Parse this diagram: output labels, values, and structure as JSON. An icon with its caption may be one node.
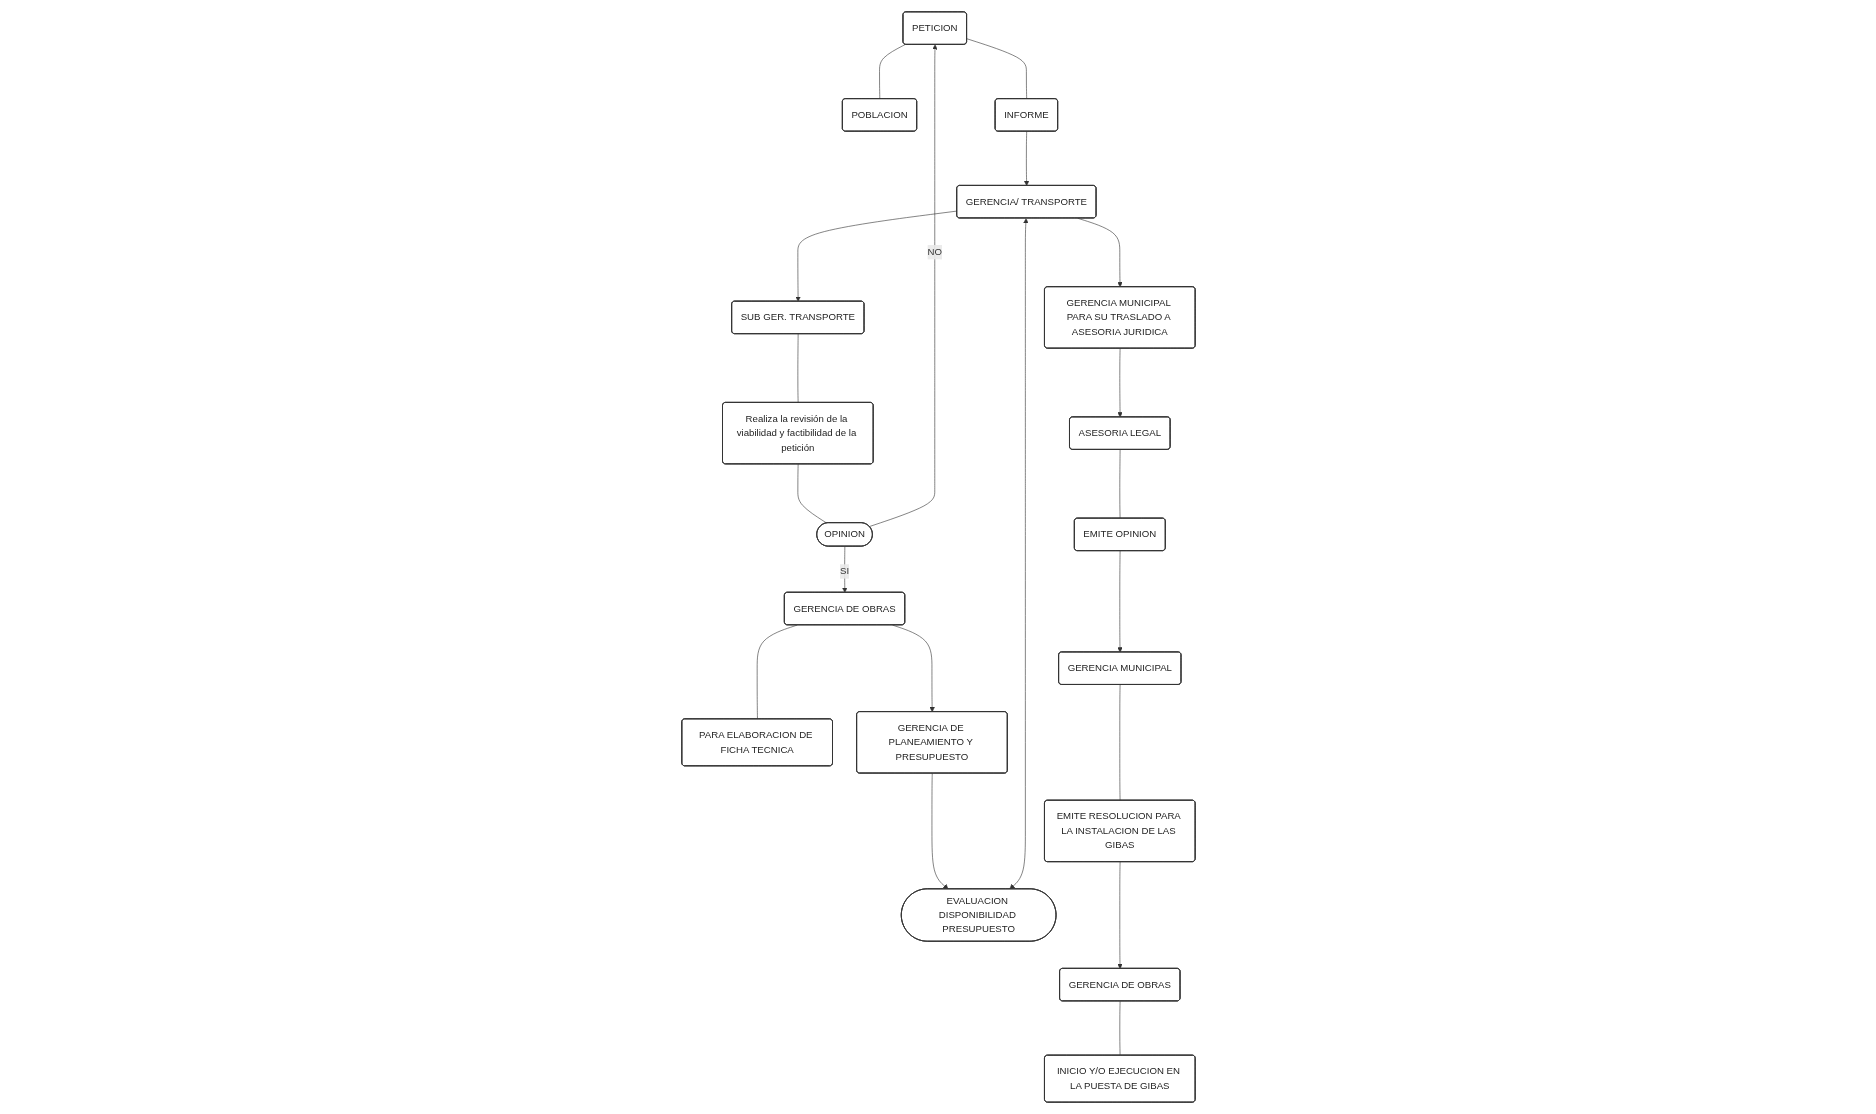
{
  "diagram": {
    "nodes": [
      {
        "text": [
          "PETICION"
        ]
      },
      {
        "text": [
          "POBLACION"
        ]
      },
      {
        "text": [
          "INFORME"
        ]
      },
      {
        "text": [
          "GERENCIA/ TRANSPORTE"
        ]
      },
      {
        "text": [
          "SUB GER. TRANSPORTE"
        ]
      },
      {
        "text": [
          "Realiza la revisión de la viabilidad y factibilidad de la petición"
        ]
      },
      {
        "text": [
          "OPINION"
        ]
      },
      {
        "text": [
          "GERENCIA DE OBRAS"
        ]
      },
      {
        "text": [
          "PARA ELABORACION DE FICHA TECNICA"
        ]
      },
      {
        "text": [
          "GERENCIA DE PLANEAMIENTO Y PRESUPUESTO"
        ]
      },
      {
        "text": [
          "EVALUACION DISPONIBILIDAD PRESUPUESTO"
        ]
      },
      {
        "text": [
          "GERENCIA MUNICIPAL PARA SU TRASLADO A ASESORIA JURIDICA"
        ]
      },
      {
        "text": [
          "ASESORIA LEGAL"
        ]
      },
      {
        "text": [
          "EMITE OPINION"
        ]
      },
      {
        "text": [
          "GERENCIA MUNICIPAL"
        ]
      },
      {
        "text": [
          "EMITE RESOLUCION PARA LA INSTALACION DE LAS GIBAS"
        ]
      },
      {
        "text": [
          "GERENCIA DE OBRAS"
        ]
      },
      {
        "text": [
          "INICIO Y/O EJECUCION EN LA PUESTA DE GIBAS"
        ]
      }
    ],
    "edges": [
      {
        "from": 0,
        "to": 1,
        "arrow": "none"
      },
      {
        "from": 0,
        "to": 2,
        "arrow": "none"
      },
      {
        "from": 2,
        "to": 3,
        "arrow": "to"
      },
      {
        "from": 3,
        "to": 4,
        "arrow": "to"
      },
      {
        "from": 4,
        "to": 5,
        "arrow": "none"
      },
      {
        "from": 5,
        "to": 6,
        "arrow": "none"
      },
      {
        "from": 6,
        "to": 7,
        "arrow": "to",
        "label": "SI"
      },
      {
        "from": 6,
        "to": 0,
        "arrow": "to",
        "label": "NO"
      },
      {
        "from": 7,
        "to": 8,
        "arrow": "none"
      },
      {
        "from": 7,
        "to": 9,
        "arrow": "to"
      },
      {
        "from": 9,
        "to": 10,
        "arrow": "to"
      },
      {
        "from": 3,
        "to": 10,
        "arrow": "both"
      },
      {
        "from": 3,
        "to": 11,
        "arrow": "to"
      },
      {
        "from": 11,
        "to": 12,
        "arrow": "to"
      },
      {
        "from": 12,
        "to": 13,
        "arrow": "none"
      },
      {
        "from": 13,
        "to": 14,
        "arrow": "to"
      },
      {
        "from": 14,
        "to": 15,
        "arrow": "none"
      },
      {
        "from": 15,
        "to": 16,
        "arrow": "to"
      },
      {
        "from": 16,
        "to": 17,
        "arrow": "none"
      }
    ]
  }
}
